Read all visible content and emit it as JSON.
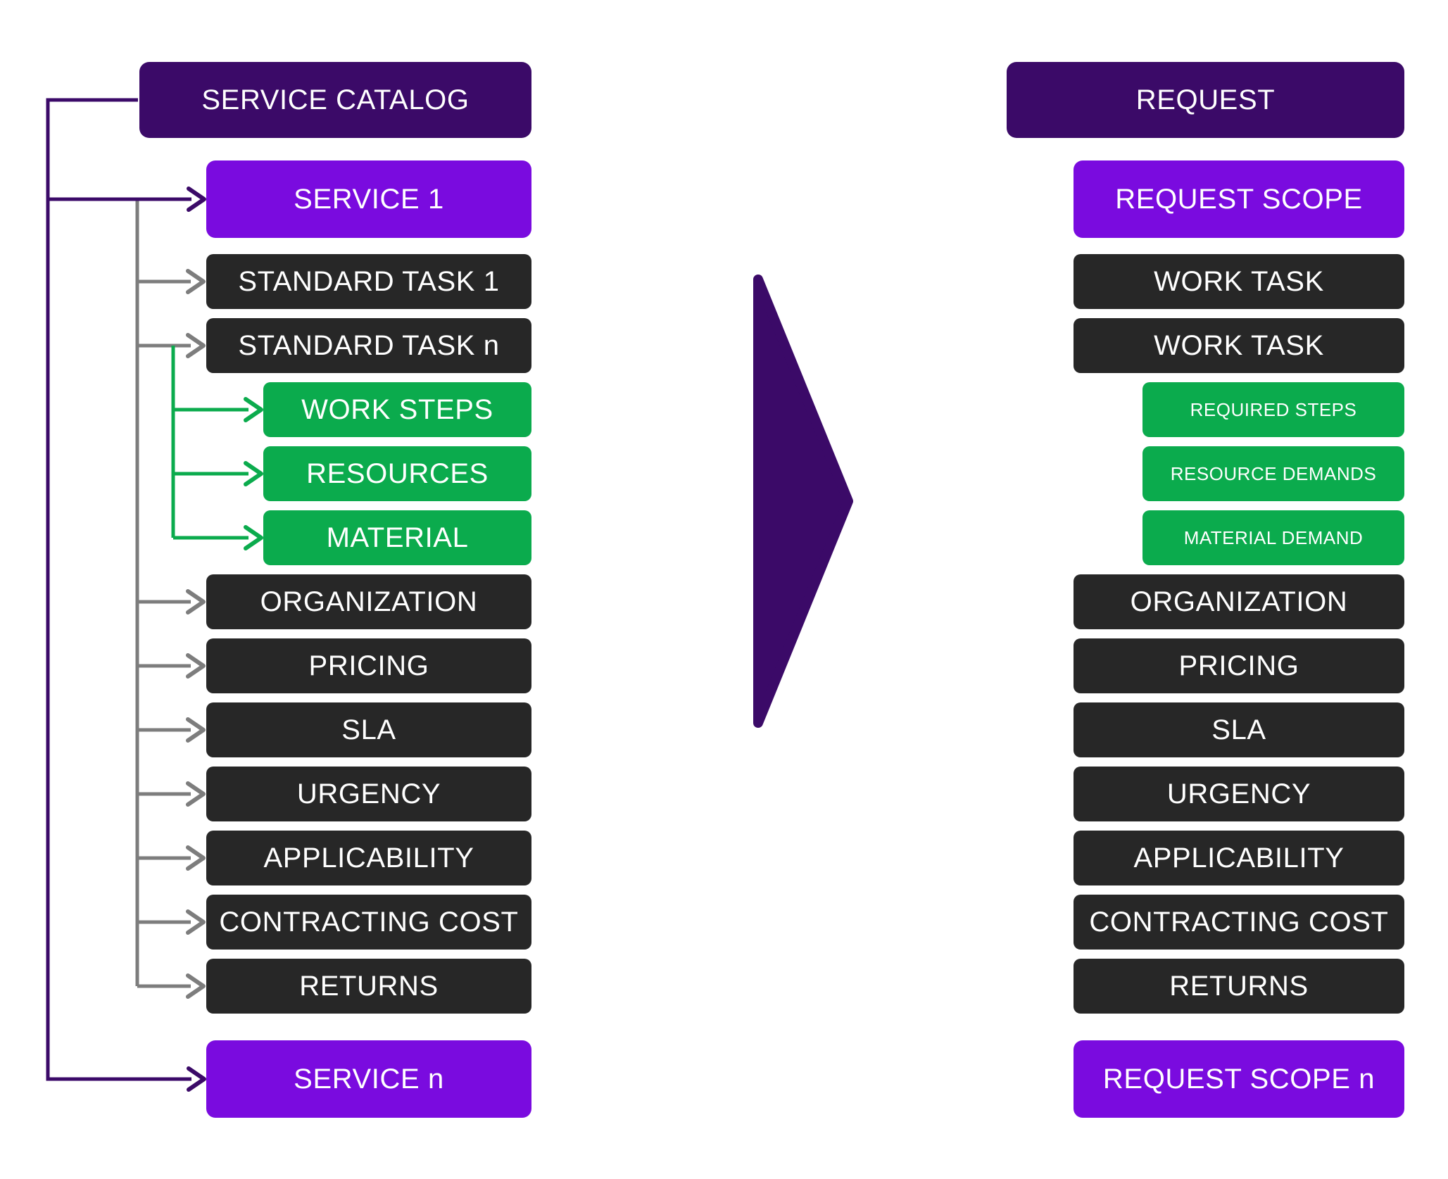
{
  "colors": {
    "header-purple": "#3B0A68",
    "accent-purple": "#7A0BDF",
    "green": "#0BAB4D",
    "box-dark": "#272727",
    "connector-gray": "#7D7D7D",
    "text-light": "#FFFFFF",
    "background": "#FFFFFF"
  },
  "left_column": {
    "header": "SERVICE CATALOG",
    "service_first": "SERVICE 1",
    "standard_tasks": [
      "STANDARD TASK 1",
      "STANDARD TASK n"
    ],
    "task_details": [
      "WORK STEPS",
      "RESOURCES",
      "MATERIAL"
    ],
    "attributes": [
      "ORGANIZATION",
      "PRICING",
      "SLA",
      "URGENCY",
      "APPLICABILITY",
      "CONTRACTING COST",
      "RETURNS"
    ],
    "service_last": "SERVICE n"
  },
  "right_column": {
    "header": "REQUEST",
    "scope_first": "REQUEST SCOPE",
    "work_tasks": [
      "WORK TASK",
      "WORK TASK"
    ],
    "demands": [
      "REQUIRED STEPS",
      "RESOURCE DEMANDS",
      "MATERIAL DEMAND"
    ],
    "attributes": [
      "ORGANIZATION",
      "PRICING",
      "SLA",
      "URGENCY",
      "APPLICABILITY",
      "CONTRACTING COST",
      "RETURNS"
    ],
    "scope_last": "REQUEST SCOPE n"
  }
}
